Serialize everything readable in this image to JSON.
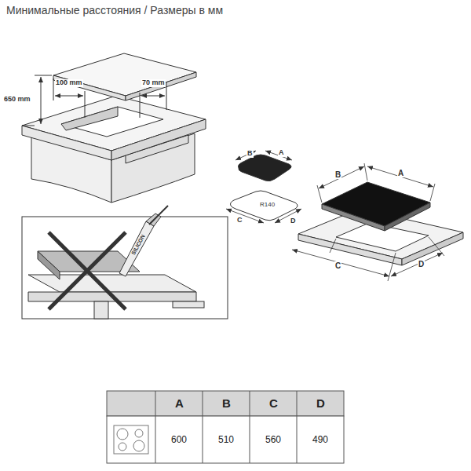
{
  "diagram": {
    "title": "Минимальные расстояния / Размеры в мм",
    "labels": [
      "650 mm",
      "100 mm",
      "70 mm",
      "SILICON",
      "B",
      "A",
      "R140",
      "C",
      "D",
      "B",
      "A",
      "C",
      "D",
      "A",
      "B",
      "C",
      "D",
      "600",
      "510",
      "560",
      "490"
    ]
  }
}
